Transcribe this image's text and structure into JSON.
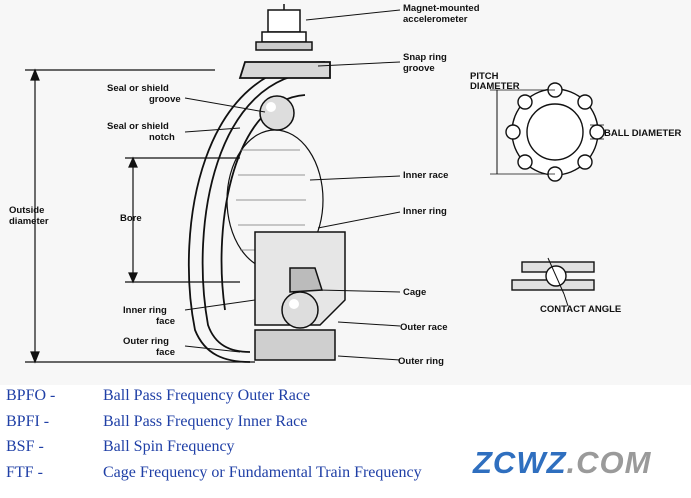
{
  "diagram": {
    "labels": {
      "accelerometer": [
        "Magnet-mounted",
        "accelerometer"
      ],
      "snap_ring": [
        "Snap ring",
        "groove"
      ],
      "seal_groove": [
        "Seal or shield",
        "groove"
      ],
      "seal_notch": [
        "Seal or shield",
        "notch"
      ],
      "outside_diameter": [
        "Outside",
        "diameter"
      ],
      "bore": "Bore",
      "inner_race": "Inner race",
      "inner_ring": "Inner ring",
      "cage": "Cage",
      "inner_ring_face": [
        "Inner ring",
        "face"
      ],
      "outer_ring_face": [
        "Outer ring",
        "face"
      ],
      "outer_race": "Outer race",
      "outer_ring": "Outer ring",
      "pitch_diameter": [
        "PITCH",
        "DIAMETER"
      ],
      "ball_diameter": "BALL DIAMETER",
      "contact_angle": "CONTACT ANGLE"
    }
  },
  "legend": [
    {
      "abbr": "BPFO -",
      "text": "Ball Pass Frequency Outer Race"
    },
    {
      "abbr": "BPFI -",
      "text": "Ball Pass Frequency Inner Race"
    },
    {
      "abbr": "BSF -",
      "text": "Ball Spin Frequency"
    },
    {
      "abbr": "FTF -",
      "text": "Cage Frequency or Fundamental Train Frequency"
    }
  ],
  "watermark": {
    "brand": "ZCWZ",
    "dot": ".",
    "tld": "COM"
  },
  "colors": {
    "legend_text": "#1f3fa6",
    "watermark_blue": "#2f6fbf",
    "watermark_gray": "#9a9a9a"
  }
}
